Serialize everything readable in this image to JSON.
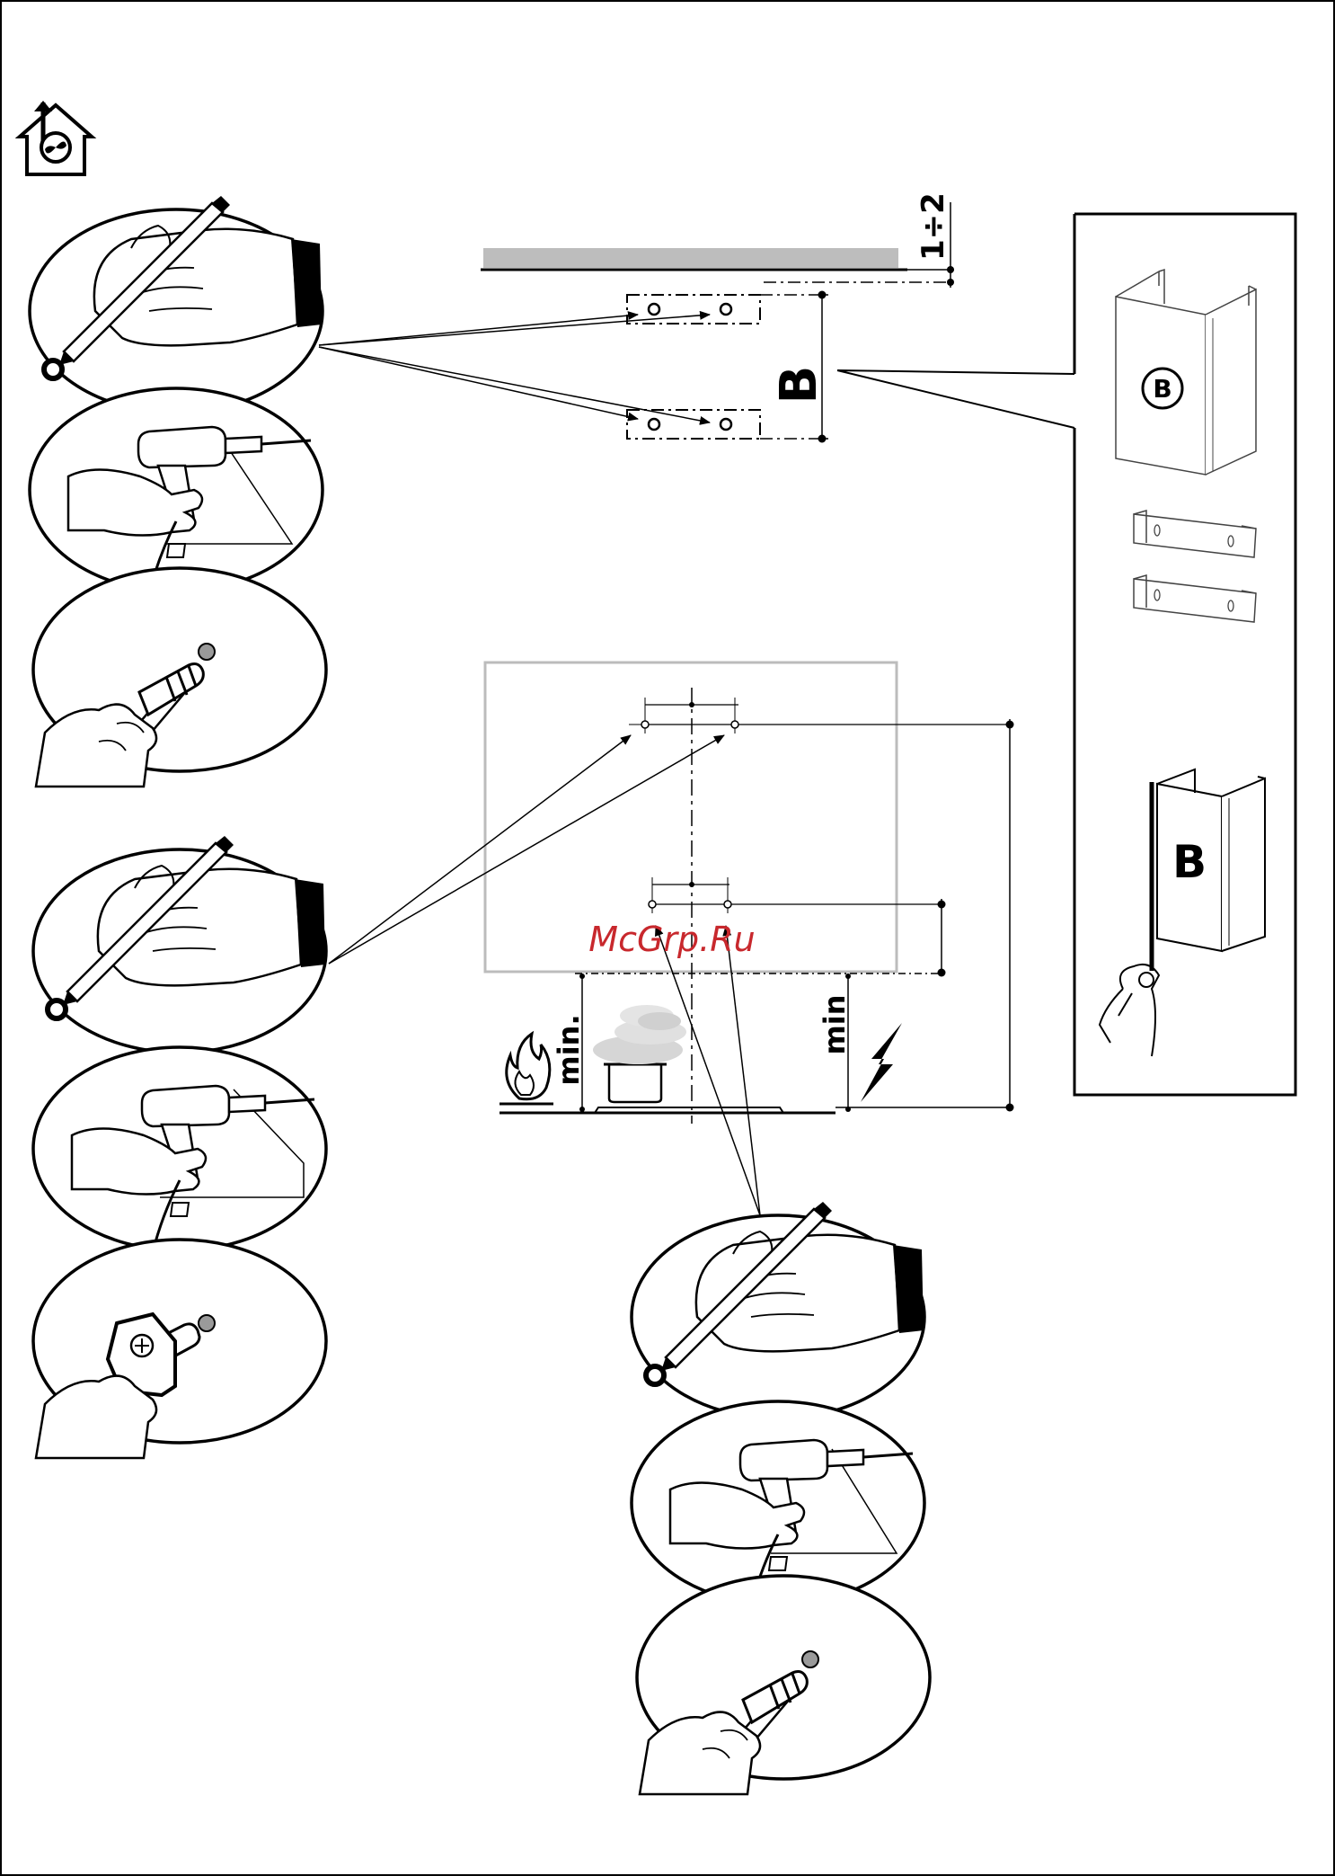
{
  "labels": {
    "gap_top": "1÷2",
    "dim_b": "B",
    "part_b_circled": "B",
    "part_b_panel": "B",
    "min_left": "min.",
    "min_right": "min",
    "watermark": "McGrp.Ru"
  },
  "icons": {
    "header": "house-fan-icon",
    "flame": "flame-icon",
    "electric": "lightning-icon",
    "pencil_hand": "pencil-hand-icon",
    "drill_hand": "drill-hand-icon",
    "plug_hand": "wall-plug-hand-icon",
    "bracket_hand": "bracket-screw-hand-icon"
  },
  "colors": {
    "ink": "#000000",
    "ceiling": "#bdbdbd",
    "frame": "#bcbcbc",
    "watermark": "#c8282d",
    "hole_fill": "#9a9a9a"
  }
}
